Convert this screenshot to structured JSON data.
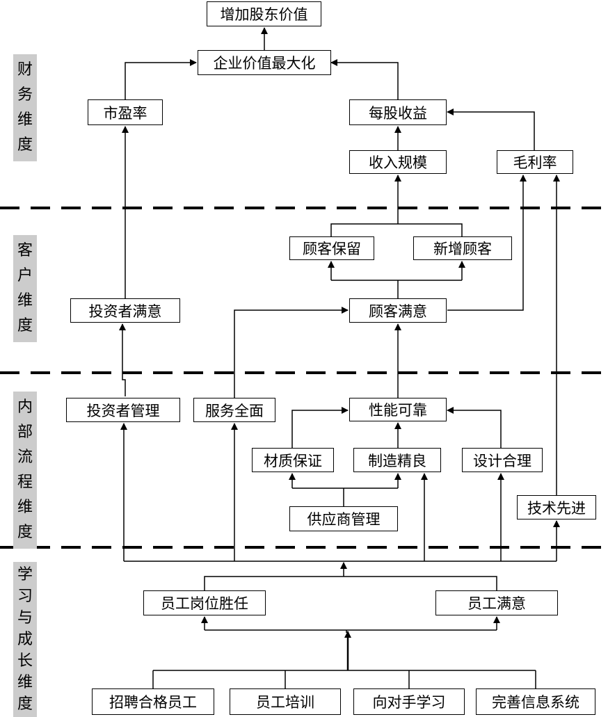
{
  "dimensions": {
    "financial": "财务维度",
    "customer": "客户维度",
    "internal": "内部流程维度",
    "learning": "学习与成长维度"
  },
  "nodes": {
    "increase_shareholder_value": "增加股东价值",
    "maximize_enterprise_value": "企业价值最大化",
    "pe_ratio": "市盈率",
    "eps": "每股收益",
    "revenue_scale": "收入规模",
    "gross_margin": "毛利率",
    "customer_retention": "顾客保留",
    "new_customers": "新增顾客",
    "investor_satisfaction": "投资者满意",
    "customer_satisfaction": "顾客满意",
    "investor_management": "投资者管理",
    "full_service": "服务全面",
    "reliable_performance": "性能可靠",
    "material_assurance": "材质保证",
    "fine_manufacturing": "制造精良",
    "rational_design": "设计合理",
    "supplier_management": "供应商管理",
    "advanced_technology": "技术先进",
    "employee_competence": "员工岗位胜任",
    "employee_satisfaction": "员工满意",
    "recruit_qualified": "招聘合格员工",
    "employee_training": "员工培训",
    "learn_from_competitors": "向对手学习",
    "improve_info_system": "完善信息系统"
  }
}
